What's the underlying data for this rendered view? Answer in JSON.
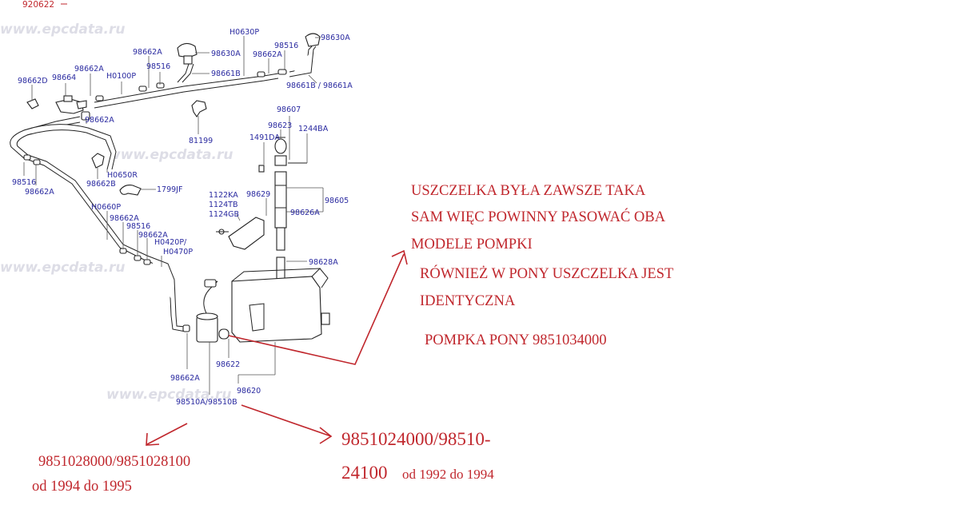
{
  "diagram_code": "920622",
  "watermarks": [
    "www.epcdata.ru",
    "www.epcdata.ru",
    "www.epcdata.ru",
    "www.epcdata.ru"
  ],
  "part_labels": {
    "l98662D": "98662D",
    "l98664": "98664",
    "l98662A_1": "98662A",
    "lH0100P": "H0100P",
    "l98662A_2": "98662A",
    "l98516_1": "98516",
    "l98630A_1": "98630A",
    "l98661B_1": "98661B",
    "lH0630P": "H0630P",
    "l98662A_3": "98662A",
    "l98516_2": "98516",
    "l98630A_2": "98630A",
    "l98661B_98661A": "98661B / 98661A",
    "l98662A_4": "98662A",
    "l81199": "81199",
    "l98607": "98607",
    "l98623": "98623",
    "l1491DA": "1491DA",
    "l1244BA": "1244BA",
    "l98516_3": "98516",
    "l98662A_5": "98662A",
    "lH0650R": "H0650R",
    "l98662B": "98662B",
    "l1799JF": "1799JF",
    "lH0660P": "H0660P",
    "l98662A_6": "98662A",
    "l98516_4": "98516",
    "l98662A_7": "98662A",
    "lH0420P": "H0420P/",
    "lH0470P": "H0470P",
    "l1122KA": "1122KA",
    "l1124TB": "1124TB",
    "l1124GB": "1124GB",
    "l98629": "98629",
    "l98605": "98605",
    "l98626A": "98626A",
    "l98628A": "98628A",
    "l98662A_8": "98662A",
    "l98622": "98622",
    "l98620": "98620",
    "l98510": "98510A/98510B"
  },
  "notes": {
    "line1": "USZCZELKA BYŁA ZAWSZE TAKA",
    "line2": "SAM WIĘC POWINNY PASOWAĆ OBA",
    "line3": "MODELE POMPKI",
    "line4": "RÓWNIEŻ W PONY USZCZELKA JEST",
    "line5": "IDENTYCZNA",
    "line6": "POMPKA PONY 9851034000",
    "pump_new_part": "9851028000/9851028100",
    "pump_new_years": "od 1994 do 1995",
    "pump_old_part_a": "9851024000/98510-",
    "pump_old_part_b": "24100",
    "pump_old_years": "od 1992 do 1994"
  }
}
